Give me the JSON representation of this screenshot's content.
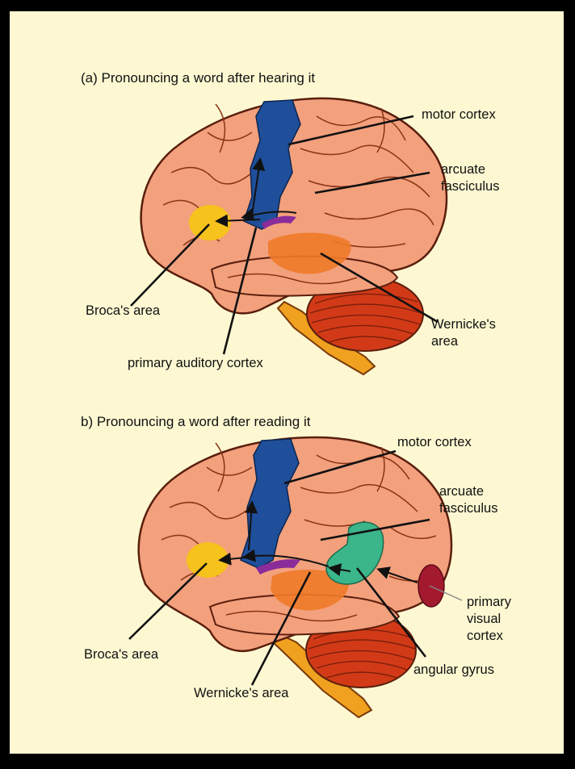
{
  "figure": {
    "background_color": "#fdf8d2",
    "frame_color": "#000000",
    "colors": {
      "brain": "#f3a07d",
      "brain_outline": "#5a1e0c",
      "motor_cortex": "#1f4f9a",
      "brocas_area": "#f6c21c",
      "wernickes_area": "#f07a28",
      "auditory_cortex": "#8a2c9a",
      "angular_gyrus": "#3bb58a",
      "visual_cortex": "#a3192e",
      "cerebellum": "#d23a17",
      "brainstem": "#f0a11f"
    }
  },
  "panel_a": {
    "title": "(a) Pronouncing a word after hearing it",
    "labels": {
      "motor_cortex": "motor cortex",
      "arcuate_fasciculus": "arcuate\nfasciculus",
      "brocas_area": "Broca's area",
      "wernickes_area": "Wernicke's\narea",
      "primary_auditory_cortex": "primary auditory cortex"
    }
  },
  "panel_b": {
    "title": "b) Pronouncing a word after reading it",
    "labels": {
      "motor_cortex": "motor cortex",
      "arcuate_fasciculus": "arcuate\nfasciculus",
      "brocas_area": "Broca's area",
      "wernickes_area": "Wernicke's area",
      "primary_visual_cortex": "primary\nvisual\ncortex",
      "angular_gyrus": "angular gyrus"
    }
  }
}
